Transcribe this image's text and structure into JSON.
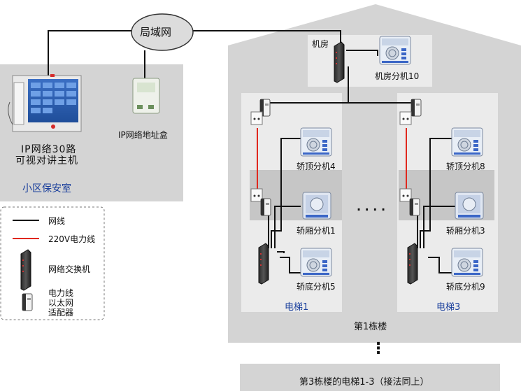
{
  "network": {
    "lan_label": "局域网"
  },
  "guard_room": {
    "title": "小区保安室",
    "host_label_line1": "IP网络30路",
    "host_label_line2": "可视对讲主机",
    "address_box_label": "IP网络地址盒"
  },
  "machine_room": {
    "title": "机房",
    "extension_label": "机房分机10"
  },
  "building1": {
    "title": "第1栋楼",
    "elevators": [
      {
        "name": "电梯1",
        "top_label": "轿顶分机4",
        "car_label": "轿厢分机1",
        "bottom_label": "轿底分机5"
      },
      {
        "name": "电梯3",
        "top_label": "轿顶分机8",
        "car_label": "轿厢分机3",
        "bottom_label": "轿底分机9"
      }
    ],
    "ellipsis": "· · · ·"
  },
  "more_dots": "⋮",
  "building3": {
    "label": "第3栋楼的电梯1-3（接法同上）"
  },
  "legend": {
    "items": [
      {
        "label": "网线",
        "color": "#111111"
      },
      {
        "label": "220V电力线",
        "color": "#e0281e"
      },
      {
        "label": "网络交换机",
        "icon": "switch-icon"
      },
      {
        "label_lines": [
          "电力线",
          "以太网",
          "适配器"
        ],
        "icon": "powerline-adapter-icon"
      }
    ]
  }
}
